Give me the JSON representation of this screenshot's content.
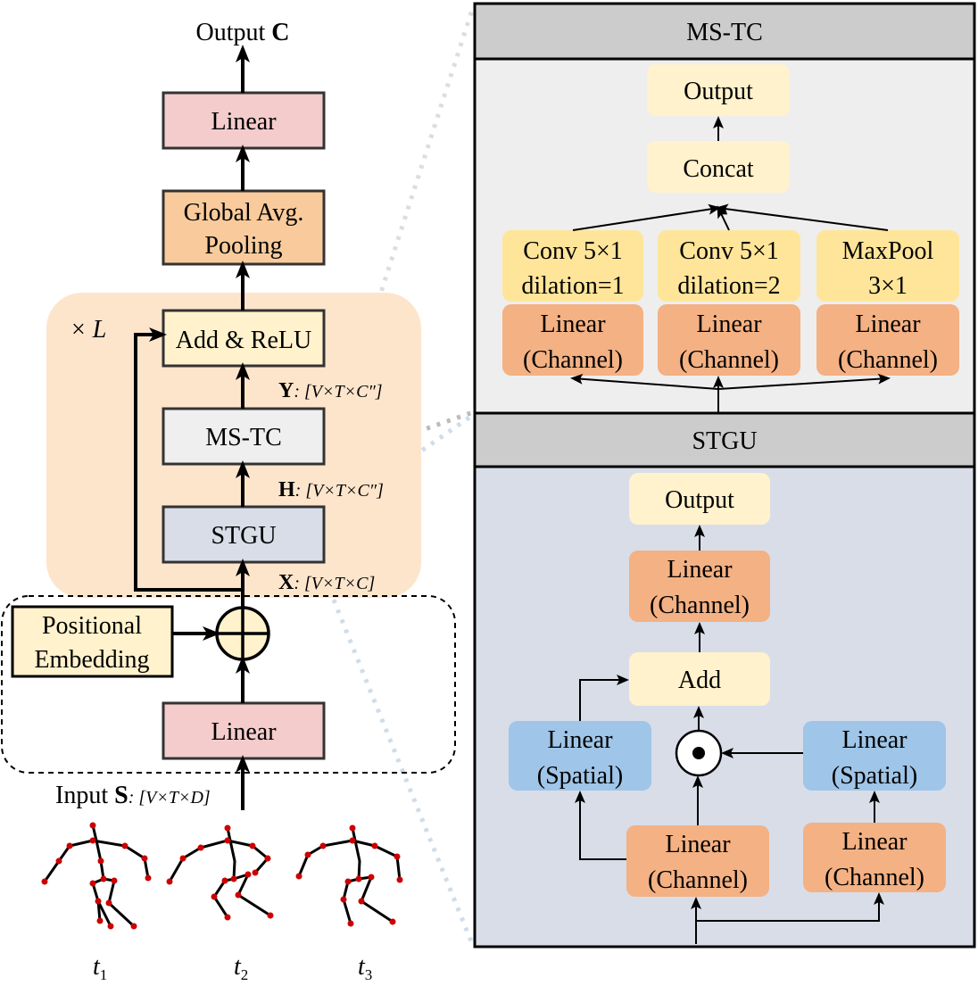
{
  "colors": {
    "pink": "#f4cccc",
    "orange_light": "#f9cb9c",
    "peach_bg": "#fde5cc",
    "cream": "#fff2cc",
    "grey_light": "#efefef",
    "slate": "#d9dde8",
    "panel_header": "#cccccc",
    "ms_tc_bg": "#eeeeee",
    "stgu_bg": "#d8dde8",
    "yellow": "#ffe599",
    "salmon": "#f4b183",
    "blue": "#9fc5e8",
    "joint": "#cc0000"
  },
  "left": {
    "output_label": "Output ",
    "output_symbol": "C",
    "linear_top": "Linear",
    "global_pool_line1": "Global Avg.",
    "global_pool_line2": "Pooling",
    "repeat_times": "×",
    "repeat_symbol": "L",
    "add_relu": "Add & ReLU",
    "y_symbol": "Y",
    "y_dims": ": [V×T×C″]",
    "ms_tc": "MS-TC",
    "h_symbol": "H",
    "h_dims": ": [V×T×C″]",
    "stgu": "STGU",
    "x_symbol": "X",
    "x_dims": ": [V×T×C]",
    "pos_emb_line1": "Positional",
    "pos_emb_line2": "Embedding",
    "linear_bottom": "Linear",
    "input_label": "Input ",
    "input_symbol": "S",
    "input_dims": ": [V×T×D]",
    "frames": [
      {
        "t": "t",
        "sub": "1"
      },
      {
        "t": "t",
        "sub": "2"
      },
      {
        "t": "t",
        "sub": "3"
      }
    ]
  },
  "ms_tc_panel": {
    "title": "MS-TC",
    "output": "Output",
    "concat": "Concat",
    "branches": [
      {
        "top1": "Conv 5×1",
        "top2": "dilation=1",
        "bot1": "Linear",
        "bot2": "(Channel)"
      },
      {
        "top1": "Conv 5×1",
        "top2": "dilation=2",
        "bot1": "Linear",
        "bot2": "(Channel)"
      },
      {
        "top1": "MaxPool",
        "top2": "3×1",
        "bot1": "Linear",
        "bot2": "(Channel)"
      }
    ]
  },
  "stgu_panel": {
    "title": "STGU",
    "output": "Output",
    "linear_channel_top1": "Linear",
    "linear_channel_top2": "(Channel)",
    "add": "Add",
    "spatial_left1": "Linear",
    "spatial_left2": "(Spatial)",
    "spatial_right1": "Linear",
    "spatial_right2": "(Spatial)",
    "channel_left1": "Linear",
    "channel_left2": "(Channel)",
    "channel_right1": "Linear",
    "channel_right2": "(Channel)"
  }
}
